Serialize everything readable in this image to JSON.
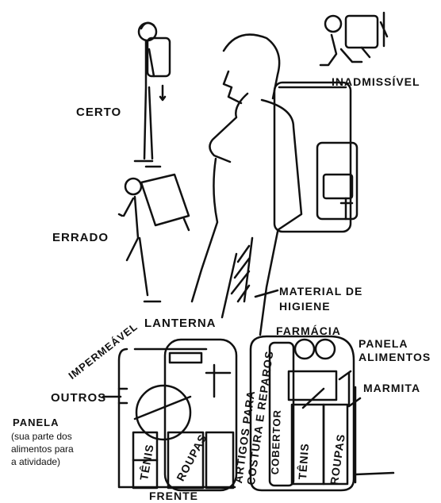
{
  "figures": {
    "certo": "CERTO",
    "errado": "ERRADO",
    "inadmissivel": "INADMISSÍVEL"
  },
  "front_pack": {
    "impermeavel": "IMPERMEÁVEL",
    "lanterna": "LANTERNA",
    "outros": "OUTROS",
    "panela": "PANELA",
    "panela_note": [
      "(sua parte dos",
      "alimentos para",
      "a atividade)"
    ],
    "tenis": "TÊNIS",
    "roupas": "ROUPAS",
    "caption": "FRENTE"
  },
  "side_pack": {
    "material_higiene": [
      "MATERIAL DE",
      "HIGIENE"
    ],
    "farmacia": "FARMÁCIA",
    "panela_alimentos": [
      "PANELA",
      "ALIMENTOS"
    ],
    "marmita": "MARMITA",
    "artigos": [
      "ARTIGOS PARA",
      "COSTURA E REPAROS"
    ],
    "cobertor": "COBERTOR",
    "tenis": "TÊNIS",
    "roupas": "ROUPAS"
  },
  "colors": {
    "ink": "#111111",
    "paper": "#ffffff"
  }
}
